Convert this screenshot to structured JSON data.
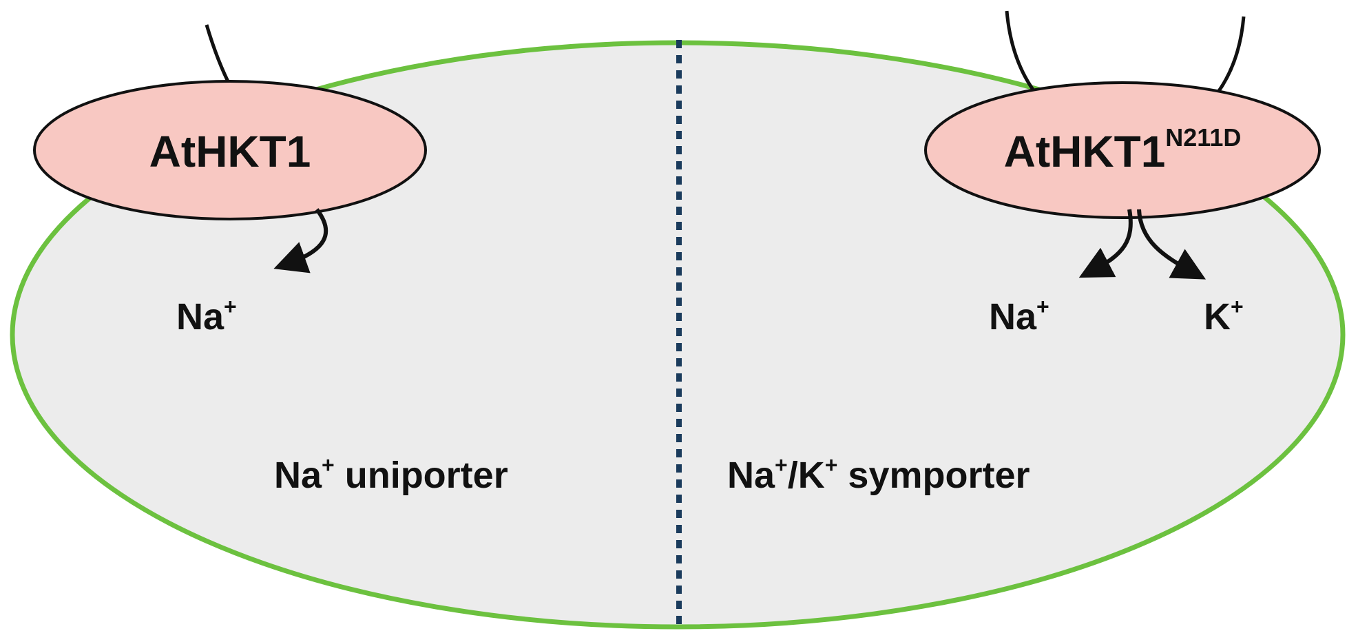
{
  "colors": {
    "cell_fill": "#ececec",
    "cell_border": "#6cc13f",
    "transporter_fill": "#f8c8c2",
    "outline": "#111111",
    "divider": "#1a3b5c",
    "background": "#ffffff"
  },
  "left": {
    "transporter": {
      "name": "AtHKT1"
    },
    "ion": {
      "base": "Na",
      "charge": "+"
    },
    "mode": {
      "base": "Na",
      "charge": "+",
      "rest": " uniporter"
    }
  },
  "right": {
    "transporter": {
      "name": "AtHKT1",
      "superscript": "N211D"
    },
    "ions": [
      {
        "base": "Na",
        "charge": "+"
      },
      {
        "base": "K",
        "charge": "+"
      }
    ],
    "mode": {
      "part1": "Na",
      "charge1": "+",
      "part2": "/K",
      "charge2": "+",
      "rest": " symporter"
    }
  }
}
